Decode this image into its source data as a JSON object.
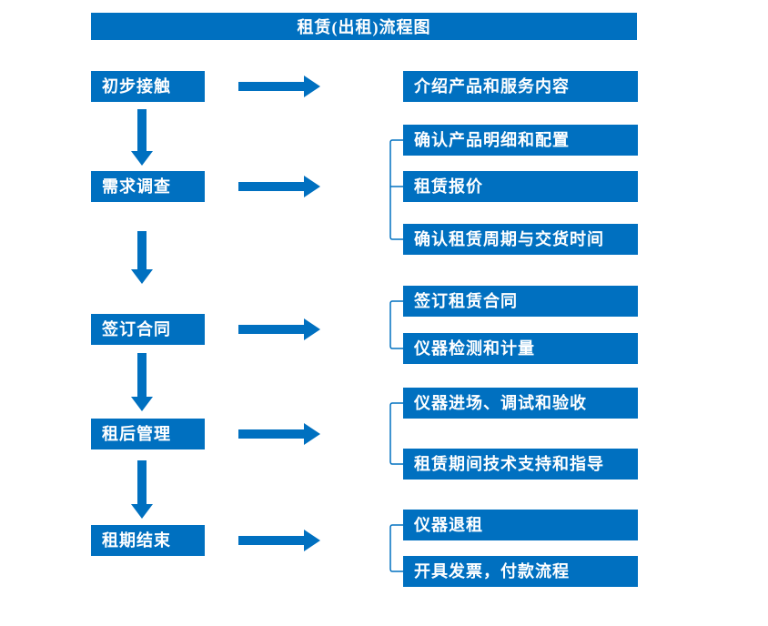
{
  "title": "租赁(出租)流程图",
  "colors": {
    "primary": "#0070C0",
    "text": "#ffffff",
    "background": "#ffffff"
  },
  "flow": [
    {
      "step": "初步接触",
      "details": [
        "介绍产品和服务内容"
      ]
    },
    {
      "step": "需求调查",
      "details": [
        "确认产品明细和配置",
        "租赁报价",
        "确认租赁周期与交货时间"
      ]
    },
    {
      "step": "签订合同",
      "details": [
        "签订租赁合同",
        "仪器检测和计量"
      ]
    },
    {
      "step": "租后管理",
      "details": [
        "仪器进场、调试和验收",
        "租赁期间技术支持和指导"
      ]
    },
    {
      "step": "租期结束",
      "details": [
        "仪器退租",
        "开具发票，付款流程"
      ]
    }
  ]
}
